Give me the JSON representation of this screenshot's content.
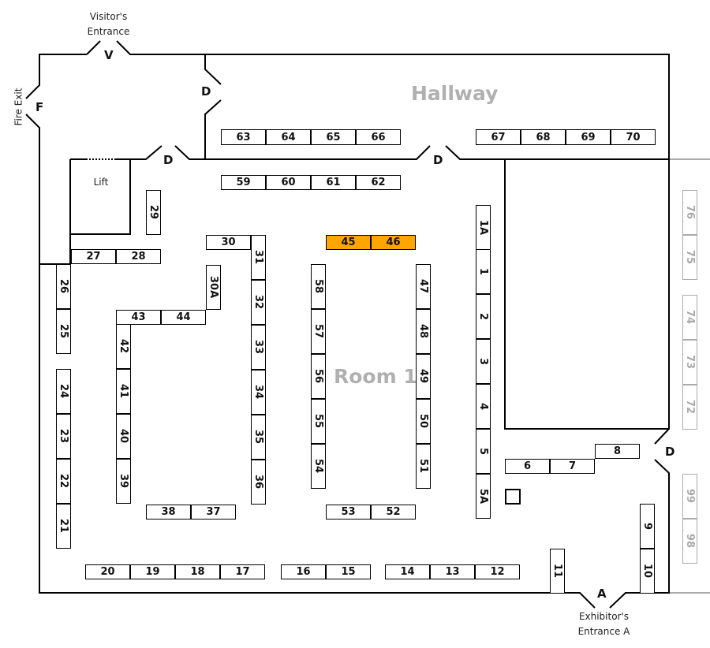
{
  "map": {
    "hallway_label": "Hallway",
    "room_label": "Room 1",
    "lift_label": "Lift",
    "visitor_entrance": [
      "Visitor's",
      "Entrance"
    ],
    "fire_exit": "Fire Exit",
    "exhibitor_entrance": [
      "Exhibitor's",
      "Entrance A"
    ],
    "doors": {
      "visitor": "V",
      "fire": "F",
      "exhibitor": "A",
      "door": "D"
    },
    "highlight_color": "#FFA500",
    "highlighted_booths": [
      "45",
      "46"
    ]
  },
  "booths": [
    "63",
    "64",
    "65",
    "66",
    "67",
    "68",
    "69",
    "70",
    "59",
    "60",
    "61",
    "62",
    "45",
    "46",
    "30",
    "31",
    "32",
    "33",
    "34",
    "35",
    "36",
    "30A",
    "43",
    "44",
    "42",
    "41",
    "40",
    "39",
    "27",
    "28",
    "29",
    "26",
    "25",
    "24",
    "23",
    "22",
    "21",
    "38",
    "37",
    "20",
    "19",
    "18",
    "17",
    "16",
    "15",
    "14",
    "13",
    "12",
    "58",
    "57",
    "56",
    "55",
    "54",
    "53",
    "52",
    "47",
    "48",
    "49",
    "50",
    "51",
    "1A",
    "1",
    "2",
    "3",
    "4",
    "5",
    "5A",
    "6",
    "7",
    "8",
    "9",
    "10",
    "11"
  ],
  "adjacent_booths": [
    "76",
    "75",
    "74",
    "73",
    "72",
    "99",
    "98"
  ]
}
